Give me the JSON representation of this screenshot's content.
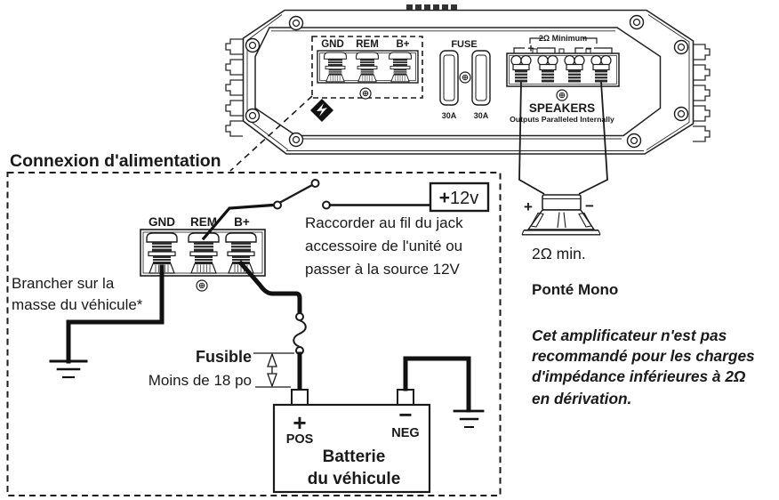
{
  "title": "Connexion d'alimentation",
  "amp": {
    "terminals": {
      "gnd": "GND",
      "rem": "REM",
      "bplus": "B+"
    },
    "fuse": {
      "label": "FUSE",
      "left_rating": "30A",
      "right_rating": "30A"
    },
    "speakers": {
      "impedance_note": "2Ω Minimum",
      "plus": "+",
      "minus": "−",
      "label": "SPEAKERS",
      "sublabel": "Outputs Paralleled Internally"
    }
  },
  "power_section": {
    "terminals": {
      "gnd": "GND",
      "rem": "REM",
      "bplus": "B+"
    },
    "ground_note_line1": "Brancher sur la",
    "ground_note_line2": "masse du véhicule*",
    "remote": {
      "source_label_plus": "+",
      "source_label": "12v",
      "note_line1": "Raccorder au fil du jack",
      "note_line2": "accessoire de l'unité ou",
      "note_line3": "passer à la source 12V"
    },
    "fuse_label": "Fusible",
    "fuse_distance": "Moins de 18 po",
    "battery": {
      "plus": "+",
      "pos": "POS",
      "minus": "−",
      "neg": "NEG",
      "name_line1": "Batterie",
      "name_line2": "du véhicule"
    }
  },
  "speaker_section": {
    "plus": "+",
    "minus": "−",
    "impedance": "2Ω min.",
    "heading": "Ponté Mono",
    "note_line1": "Cet amplificateur n'est pas",
    "note_line2": "recommandé pour les charges",
    "note_line3": "d'impédance inférieures à 2Ω",
    "note_line4": "en dérivation."
  },
  "colors": {
    "ink": "#1a1a1a",
    "background": "#ffffff"
  }
}
